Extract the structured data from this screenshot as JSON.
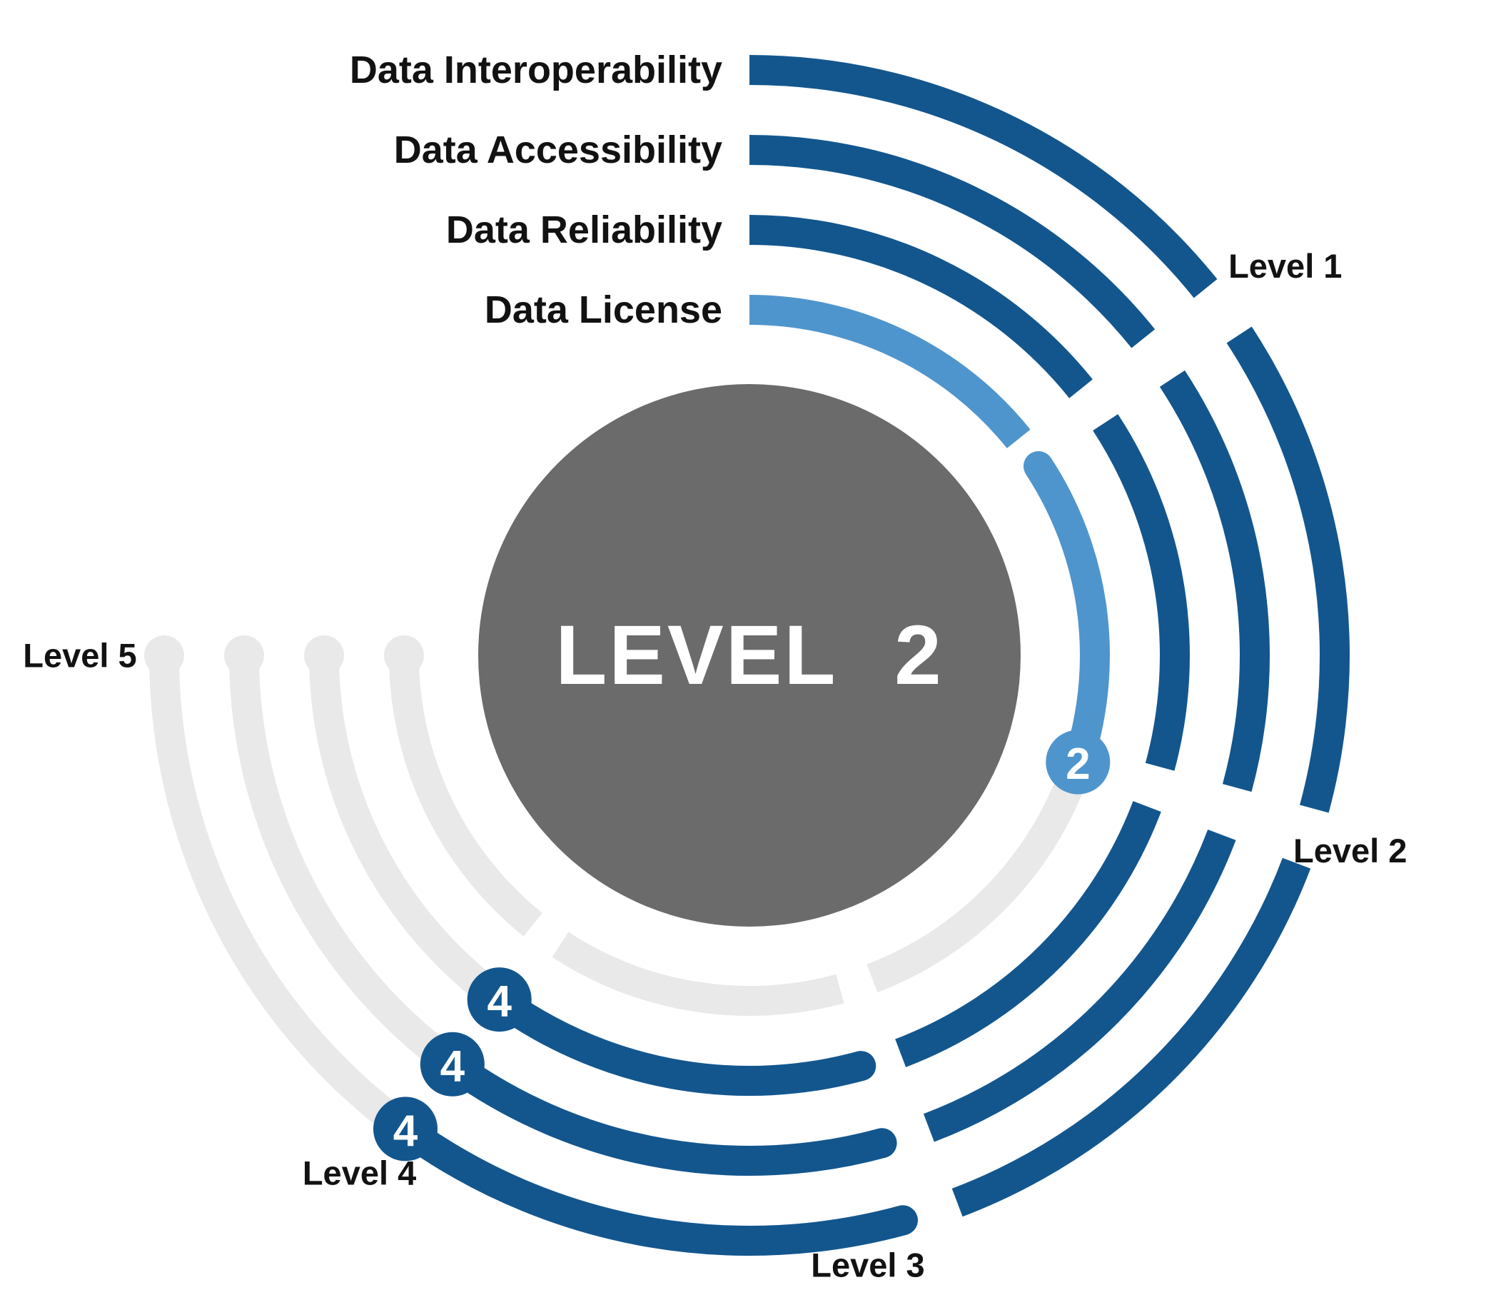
{
  "chart_data": {
    "type": "radial_progress",
    "center_label": "LEVEL 2",
    "overall_level": 2,
    "max_level": 5,
    "level_ring_labels": [
      "Level 1",
      "Level 2",
      "Level 3",
      "Level 4",
      "Level 5"
    ],
    "series": [
      {
        "name": "Data Interoperability",
        "level": 4,
        "badge": "4",
        "color": "#13568E"
      },
      {
        "name": "Data Accessibility",
        "level": 4,
        "badge": "4",
        "color": "#13568E"
      },
      {
        "name": "Data Reliability",
        "level": 4,
        "badge": "4",
        "color": "#13568E"
      },
      {
        "name": "Data License",
        "level": 2,
        "badge": "2",
        "color": "#4F95CD"
      }
    ],
    "colors": {
      "achieved_dark": "#13568E",
      "achieved_light": "#4F95CD",
      "remaining_track": "#E9E9E9",
      "center_circle": "#6B6B6B",
      "label_text": "#121212",
      "badge_text": "#FFFFFF"
    },
    "legend_position": "none",
    "grid": "off"
  }
}
